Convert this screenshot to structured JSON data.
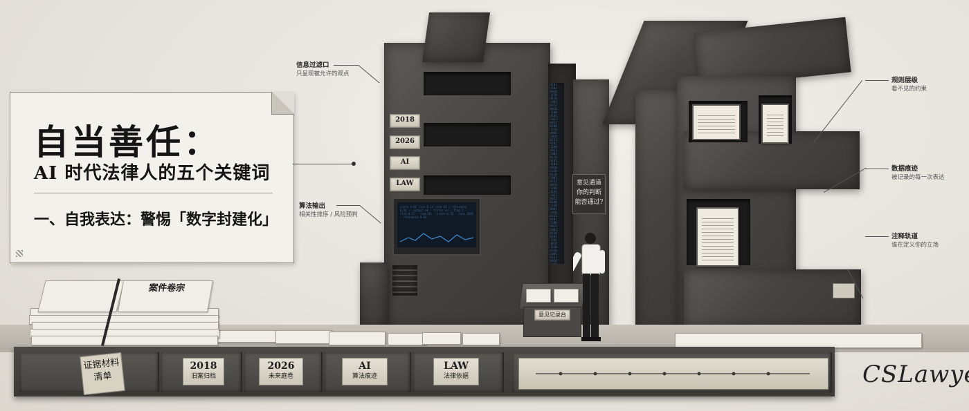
{
  "title_card": {
    "title": "自当善任：",
    "subtitle": "AI 时代法律人的五个关键词",
    "section": "一、自我表达：警惕「数字封建化」"
  },
  "callouts": [
    {
      "title": "信息过滤口",
      "desc": "只呈现被允许的观点"
    },
    {
      "title": "算法输出",
      "desc": "相关性排序 / 风险预判"
    },
    {
      "title": "规则层级",
      "desc": "看不见的约束"
    },
    {
      "title": "数据痕迹",
      "desc": "被记录的每一次表达"
    },
    {
      "title": "注释轨道",
      "desc": "谁在定义你的立场"
    }
  ],
  "side_plates": [
    "2018",
    "2026",
    "AI",
    "LAW"
  ],
  "question_panel": [
    "意见通道",
    "你的判断",
    "能否通过?"
  ],
  "desk_label": "意见记录台",
  "base_labels": [
    {
      "year": "2018",
      "sub": "旧案归档"
    },
    {
      "year": "2026",
      "sub": "未来庭卷"
    },
    {
      "year": "AI",
      "sub": "算法痕迹"
    },
    {
      "year": "LAW",
      "sub": "法律依据"
    }
  ],
  "stack_tag": [
    "证据材料",
    "清单"
  ],
  "stack_top_label": "案件卷宗",
  "signature": "CSLawyer",
  "colors": {
    "stone": "#474542",
    "paper": "#f1eee7",
    "plate": "#d9d3c5",
    "screen": "#0f1a26",
    "accent_blue": "#4f7fb0"
  }
}
